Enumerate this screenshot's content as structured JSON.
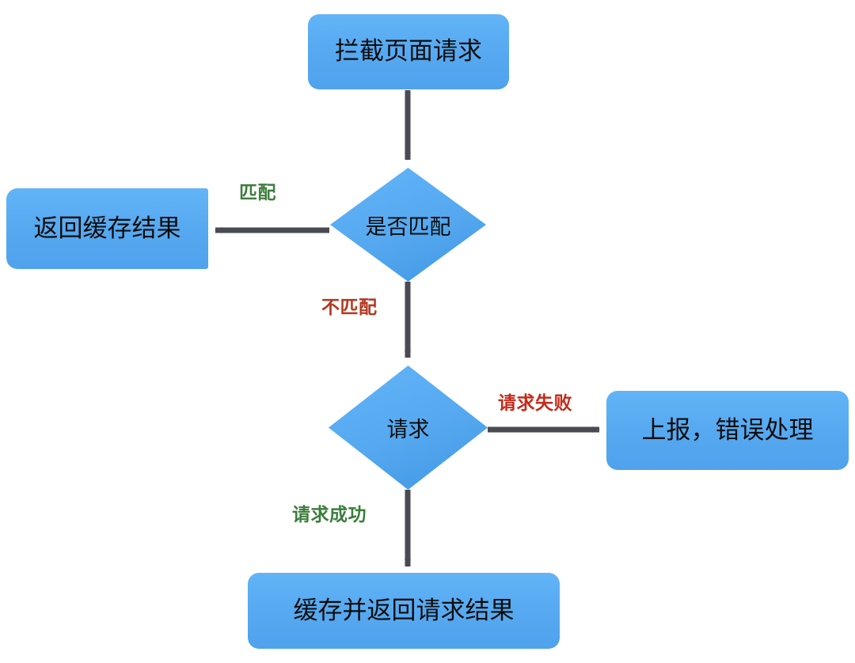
{
  "diagram": {
    "type": "flowchart",
    "title": "",
    "background_color": "#ffffff",
    "node_fill_color": "#56a9f0",
    "node_text_color": "#0d0d0d",
    "arrow_color": "#4a4a52",
    "nodes": [
      {
        "id": "intercept",
        "label": "拦截页面请求",
        "shape": "rounded-rect"
      },
      {
        "id": "is_match",
        "label": "是否匹配",
        "shape": "diamond"
      },
      {
        "id": "cached",
        "label": "返回缓存结果",
        "shape": "rounded-rect"
      },
      {
        "id": "request",
        "label": "请求",
        "shape": "diamond"
      },
      {
        "id": "report",
        "label": "上报，错误处理",
        "shape": "rounded-rect"
      },
      {
        "id": "store",
        "label": "缓存并返回请求结果",
        "shape": "rounded-rect"
      }
    ],
    "edges": [
      {
        "id": "e1",
        "from": "intercept",
        "to": "is_match",
        "label": "",
        "label_color": ""
      },
      {
        "id": "e2",
        "from": "is_match",
        "to": "cached",
        "label": "匹配",
        "label_color": "#3c7d3c"
      },
      {
        "id": "e3",
        "from": "is_match",
        "to": "request",
        "label": "不匹配",
        "label_color": "#b3381f"
      },
      {
        "id": "e4",
        "from": "request",
        "to": "report",
        "label": "请求失败",
        "label_color": "#c32b1b"
      },
      {
        "id": "e5",
        "from": "request",
        "to": "store",
        "label": "请求成功",
        "label_color": "#3c7d3c"
      }
    ]
  }
}
